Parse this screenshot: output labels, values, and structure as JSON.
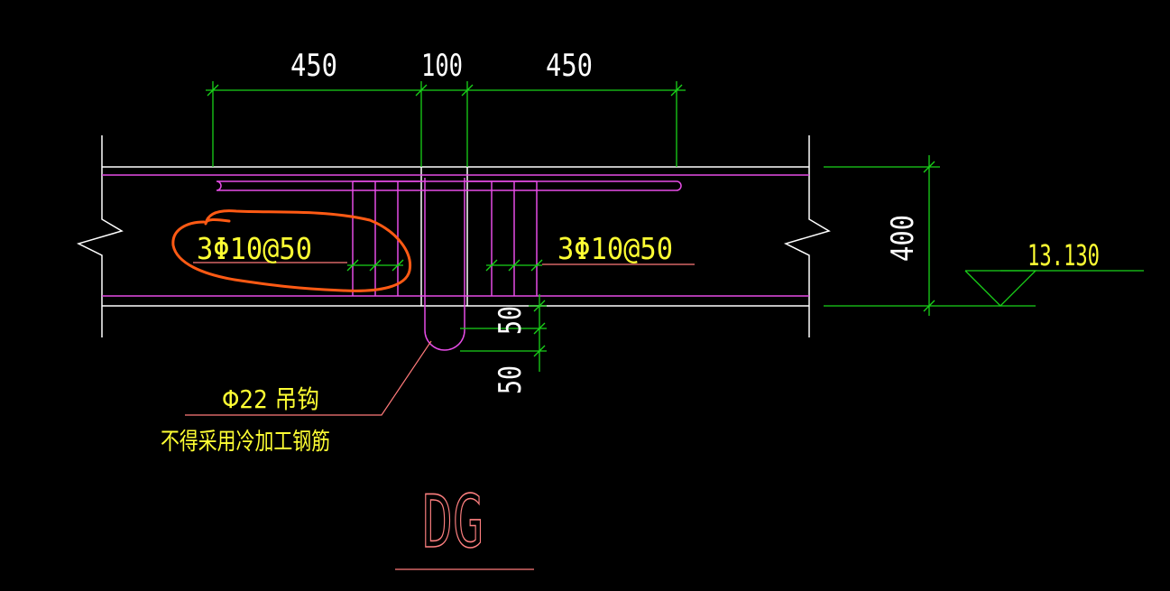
{
  "dims": {
    "top_left": "450",
    "top_mid": "100",
    "top_right": "450",
    "height": "400",
    "bottom_a": "50",
    "bottom_b": "50"
  },
  "elevation": "13.130",
  "stirrups": {
    "left": "3Φ10@50",
    "right": "3Φ10@50"
  },
  "hook": {
    "label": "Φ22 吊钩",
    "note": "不得采用冷加工钢筋"
  },
  "title": "DG",
  "colors": {
    "background": "#000000",
    "concrete_line": "#ffffff",
    "rebar": "#e64ce6",
    "dimension": "#19d219",
    "text": "#ffff33",
    "leader": "#ff7a7a",
    "title": "#ff8080",
    "markup": "#ff5a14"
  }
}
